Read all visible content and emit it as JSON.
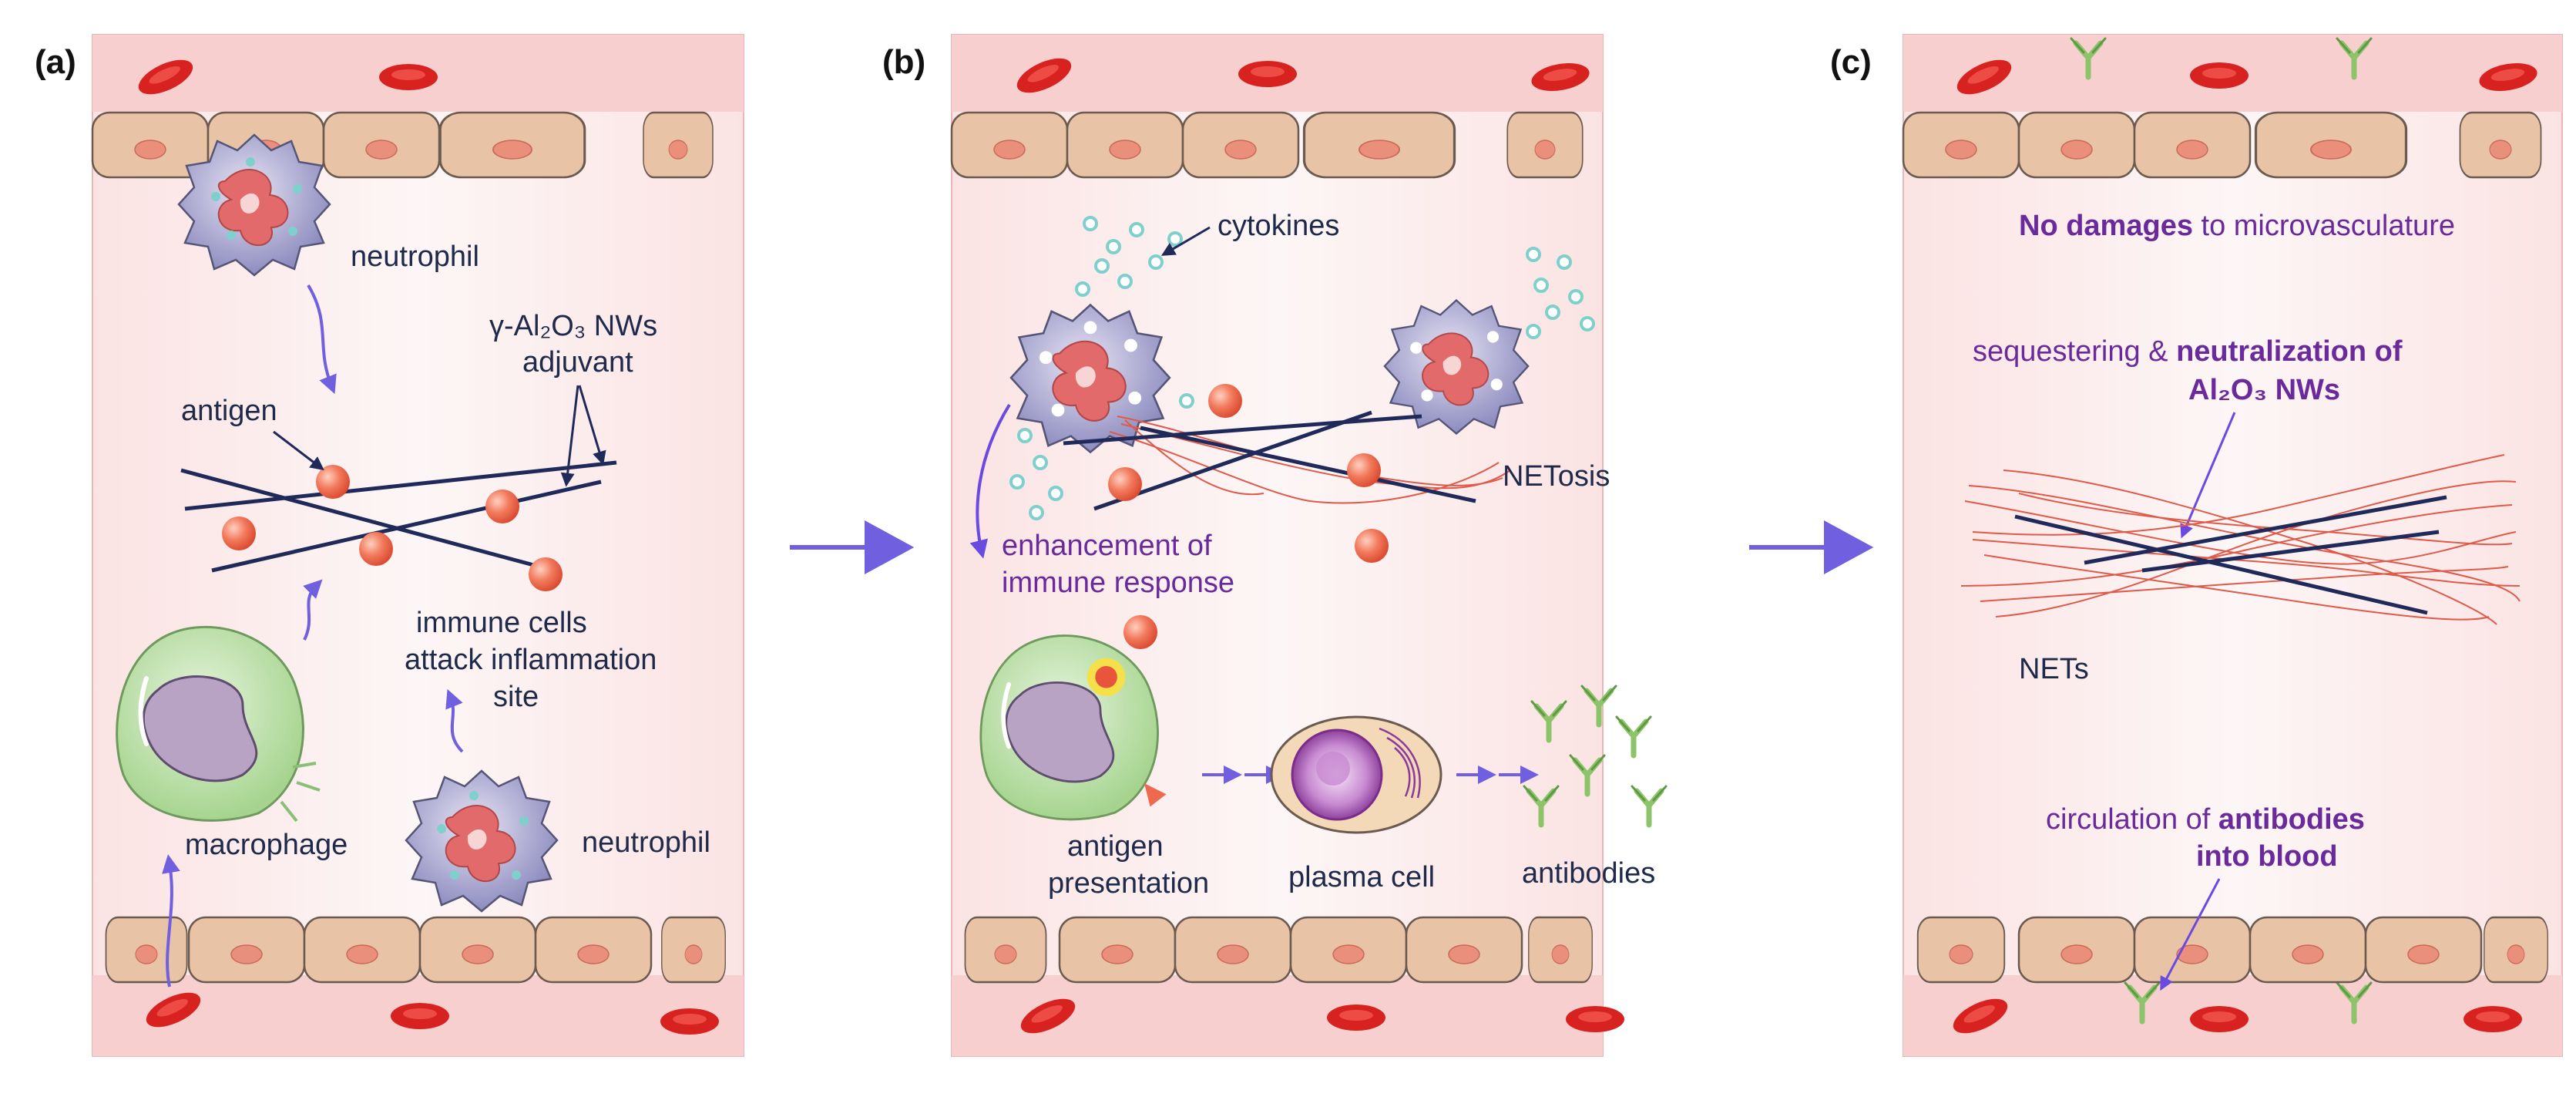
{
  "panels": [
    {
      "id": "a",
      "panel_label": "(a)",
      "labels": {
        "neutrophil_top": "neutrophil",
        "adjuvant_line1": "γ-Al₂O₃ NWs",
        "adjuvant_line2": "adjuvant",
        "antigen": "antigen",
        "immune_line1": "immune cells",
        "immune_line2": "attack inflammation",
        "immune_line3": "site",
        "macrophage": "macrophage",
        "neutrophil_bottom": "neutrophil"
      }
    },
    {
      "id": "b",
      "panel_label": "(b)",
      "labels": {
        "cytokines": "cytokines",
        "netosis": "NETosis",
        "enhancement_line1": "enhancement of",
        "enhancement_line2": "immune response",
        "antigen_line1": "antigen",
        "antigen_line2": "presentation",
        "plasma_cell": "plasma cell",
        "antibodies": "antibodies"
      }
    },
    {
      "id": "c",
      "panel_label": "(c)",
      "labels": {
        "no_damage_bold": "No damages",
        "no_damage_rest": " to microvasculature",
        "seq_line1_normal": "sequestering & ",
        "seq_line1_bold": "neutralization of",
        "seq_line2_bold": "Al₂O₃ NWs",
        "nets": "NETs",
        "circ_line1_normal": "circulation of ",
        "circ_line1_bold": "antibodies",
        "circ_line2_bold": "into blood"
      }
    }
  ],
  "colors": {
    "vessel_wall": "#f8cfcf",
    "lumen": "#fdf0f0",
    "endothelial": "#e9c3a6",
    "nucleus": "#e98f7c",
    "rbc": "#d7221f",
    "neutrophil_body": "#a8a6c9",
    "neutrophil_nucleus": "#e36a6a",
    "macrophage": "#b7dda5",
    "antigen": "#ee6a4e",
    "nanowire": "#1f2a5a",
    "arrow": "#7060e0",
    "text_dark": "#1f2a4a",
    "text_purple": "#6a2a9c",
    "net_fiber": "#e05a4a",
    "antibody": "#8dc46a",
    "cytokine": "#7fd0cc",
    "plasma_cell": "#8a3a9a"
  }
}
